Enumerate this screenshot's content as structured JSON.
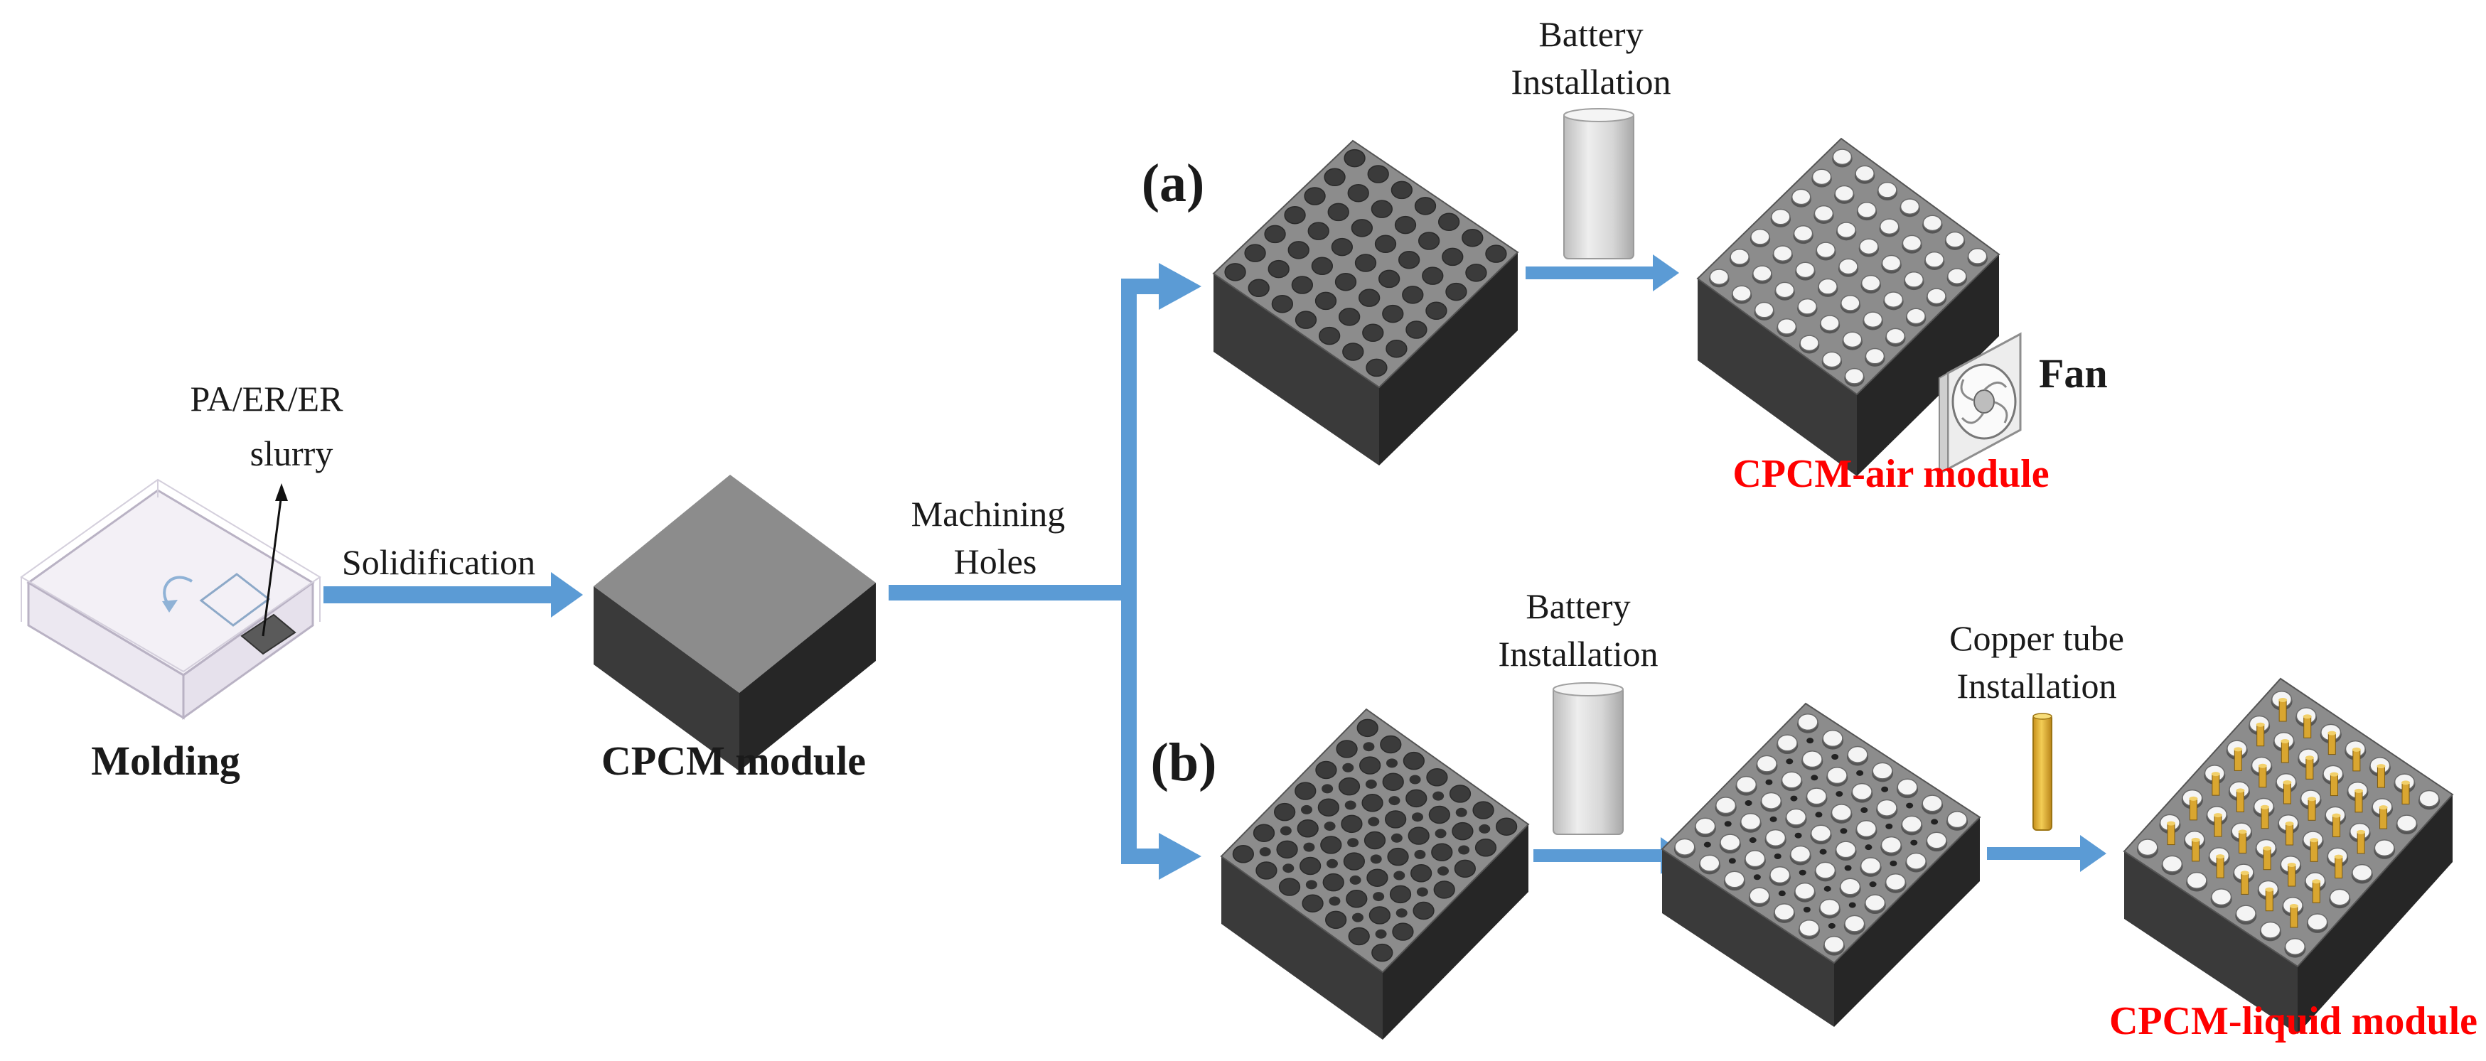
{
  "colors": {
    "arrow": "#5b9bd5",
    "block_top": "#8c8c8c",
    "block_left": "#3a3a3a",
    "block_right": "#262626",
    "hole": "#3b3b3b",
    "battery_top": "#f4f4f4",
    "copper": "#e8b83a",
    "result_label": "#ff0000"
  },
  "icons": [
    "molding-box-icon",
    "battery-cell-icon",
    "copper-tube-icon",
    "fan-icon"
  ],
  "molding": {
    "slurry_label_line1": "PA/ER/ER",
    "slurry_label_line2": "slurry",
    "label": "Molding"
  },
  "step_solidification": "Solidification",
  "cpcm_module": {
    "label": "CPCM module"
  },
  "step_machining": {
    "line1": "Machining",
    "line2": "Holes"
  },
  "branch_a": {
    "panel_label": "(a)",
    "battery_install": {
      "line1": "Battery",
      "line2": "Installation"
    },
    "fan_label": "Fan",
    "result_label": "CPCM-air module"
  },
  "branch_b": {
    "panel_label": "(b)",
    "battery_install": {
      "line1": "Battery",
      "line2": "Installation"
    },
    "copper_install": {
      "line1": "Copper tube",
      "line2": "Installation"
    },
    "result_label": "CPCM-liquid module"
  }
}
